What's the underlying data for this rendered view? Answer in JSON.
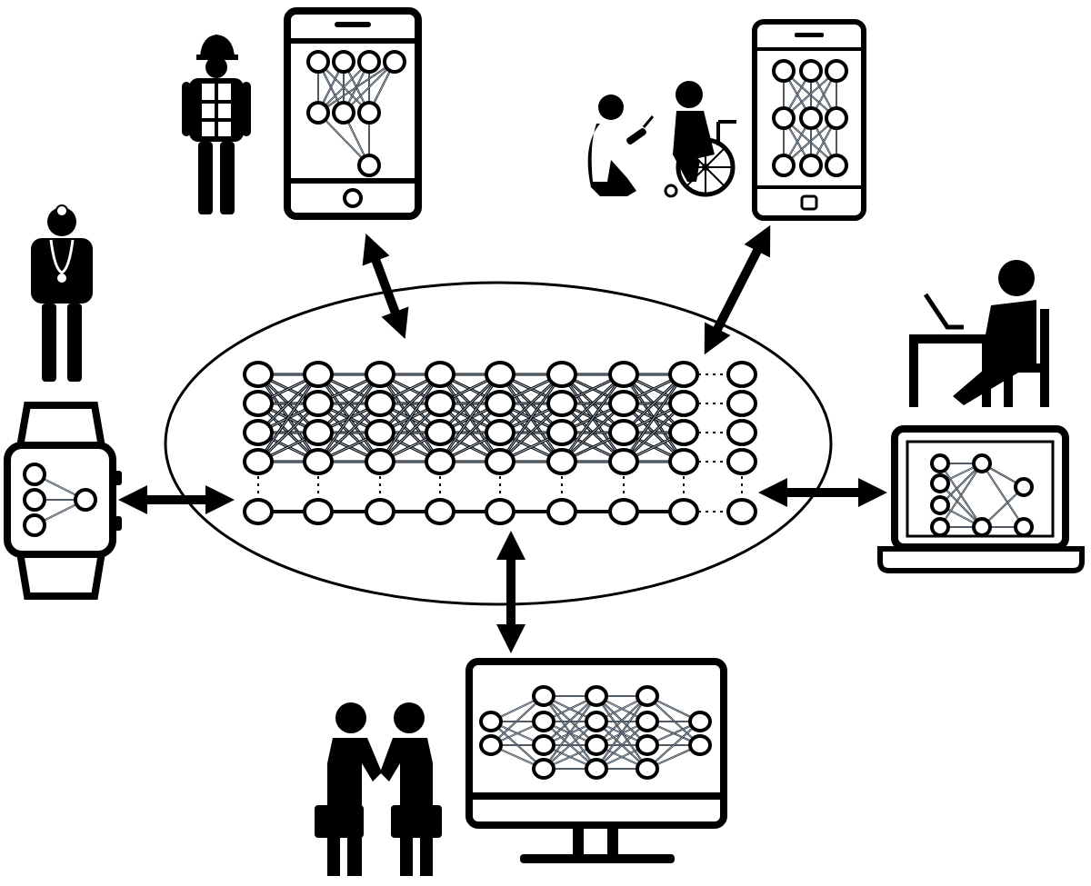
{
  "diagram": {
    "type": "federated-network-diagram",
    "central_model": {
      "icon": "large-neural-network",
      "layers": 9,
      "dense_rows": 4,
      "bottom_row_nodes": 9,
      "trailing_column_dotted": true
    },
    "clients": [
      {
        "id": "construction-worker-phone",
        "person_icon": "construction-worker-icon",
        "device_icon": "smartphone-icon",
        "arrow": "bidirectional"
      },
      {
        "id": "caregiver-phone",
        "person_icon": "caregiver-and-wheelchair-user-icon",
        "device_icon": "smartphone-icon",
        "arrow": "bidirectional"
      },
      {
        "id": "doctor-watch",
        "person_icon": "doctor-icon",
        "device_icon": "smartwatch-icon",
        "arrow": "bidirectional"
      },
      {
        "id": "office-worker-laptop",
        "person_icon": "office-worker-at-desk-icon",
        "device_icon": "laptop-icon",
        "arrow": "bidirectional"
      },
      {
        "id": "business-desktop",
        "person_icon": "business-handshake-icon",
        "device_icon": "desktop-monitor-icon",
        "arrow": "bidirectional"
      }
    ],
    "colors": {
      "stroke": "#000000",
      "background": "#ffffff",
      "edge_highlight": "#9fb3c8"
    }
  }
}
